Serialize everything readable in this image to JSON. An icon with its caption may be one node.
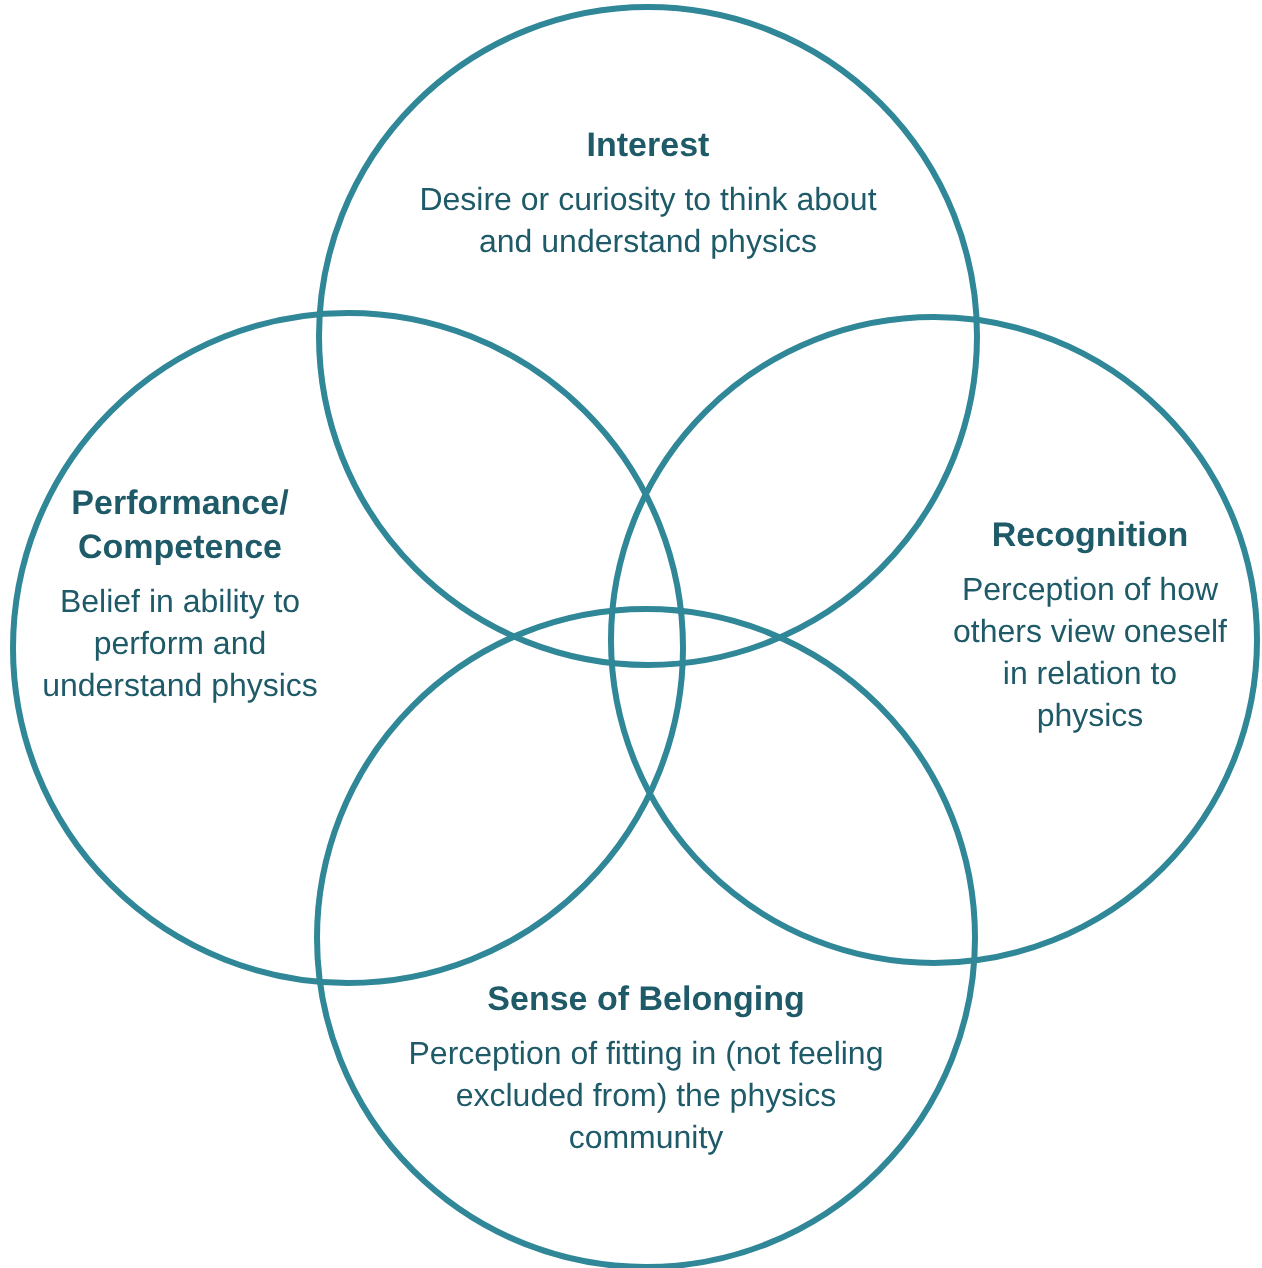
{
  "diagram": {
    "nodes": [
      {
        "text": [
          "Interest",
          "Desire or curiosity to think about and understand physics"
        ]
      },
      {
        "text": [
          "Performance/ Competence",
          "Belief in ability to perform and understand physics"
        ]
      },
      {
        "text": [
          "Recognition",
          "Perception of how others view oneself in relation to physics"
        ]
      },
      {
        "text": [
          "Sense of Belonging",
          "Perception of fitting in (not feeling excluded from) the physics community"
        ]
      }
    ]
  }
}
